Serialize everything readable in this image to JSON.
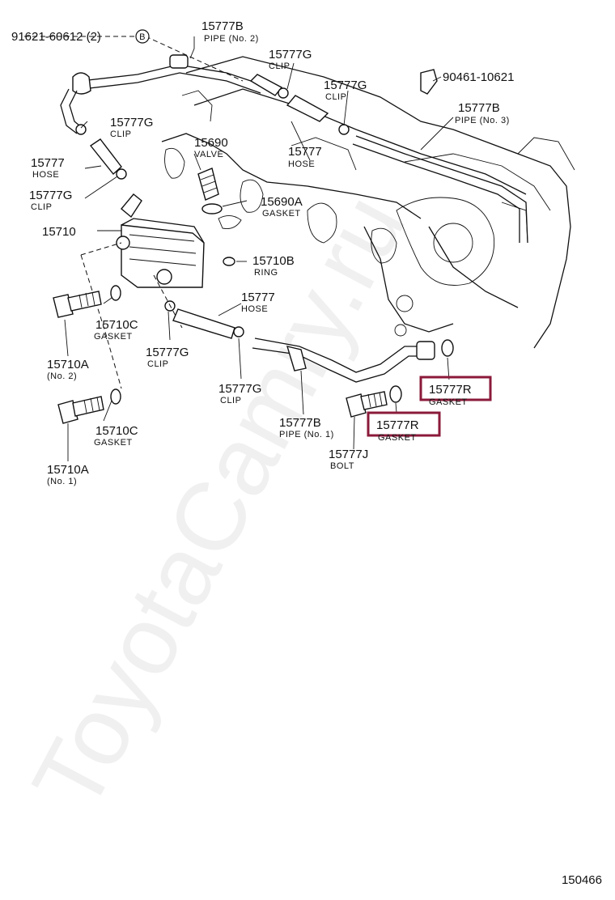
{
  "colors": {
    "highlight": "#8b1a3a",
    "line": "#111111"
  },
  "watermark": "ToyotaCamry.ru",
  "figure_number": "150466",
  "callouts": {
    "c1": {
      "pn": "91621-60612 (2)",
      "sub": "",
      "badge": "B"
    },
    "c2": {
      "pn": "15777B",
      "sub": "PIPE (No. 2)"
    },
    "c3": {
      "pn": "15777G",
      "sub": "CLIP"
    },
    "c4": {
      "pn": "15777G",
      "sub": "CLIP"
    },
    "c5": {
      "pn": "90461-10621",
      "sub": ""
    },
    "c6": {
      "pn": "15777B",
      "sub": "PIPE (No. 3)"
    },
    "c7": {
      "pn": "15777G",
      "sub": "CLIP"
    },
    "c8": {
      "pn": "15690",
      "sub": "VALVE"
    },
    "c9": {
      "pn": "15777",
      "sub": "HOSE"
    },
    "c10": {
      "pn": "15777",
      "sub": "HOSE"
    },
    "c11": {
      "pn": "15777G",
      "sub": "CLIP"
    },
    "c12": {
      "pn": "15690A",
      "sub": "GASKET"
    },
    "c13": {
      "pn": "15710",
      "sub": ""
    },
    "c14": {
      "pn": "15710B",
      "sub": "RING"
    },
    "c15": {
      "pn": "15777",
      "sub": "HOSE"
    },
    "c16": {
      "pn": "15710C",
      "sub": "GASKET"
    },
    "c17": {
      "pn": "15777G",
      "sub": "CLIP"
    },
    "c18": {
      "pn": "15710A",
      "sub": "(No. 2)"
    },
    "c19": {
      "pn": "15777G",
      "sub": "CLIP"
    },
    "c20": {
      "pn": "15777R",
      "sub": "GASKET"
    },
    "c21": {
      "pn": "15777B",
      "sub": "PIPE (No. 1)"
    },
    "c22": {
      "pn": "15777R",
      "sub": "GASKET"
    },
    "c23": {
      "pn": "15710C",
      "sub": "GASKET"
    },
    "c24": {
      "pn": "15777J",
      "sub": "BOLT"
    },
    "c25": {
      "pn": "15710A",
      "sub": "(No. 1)"
    }
  }
}
